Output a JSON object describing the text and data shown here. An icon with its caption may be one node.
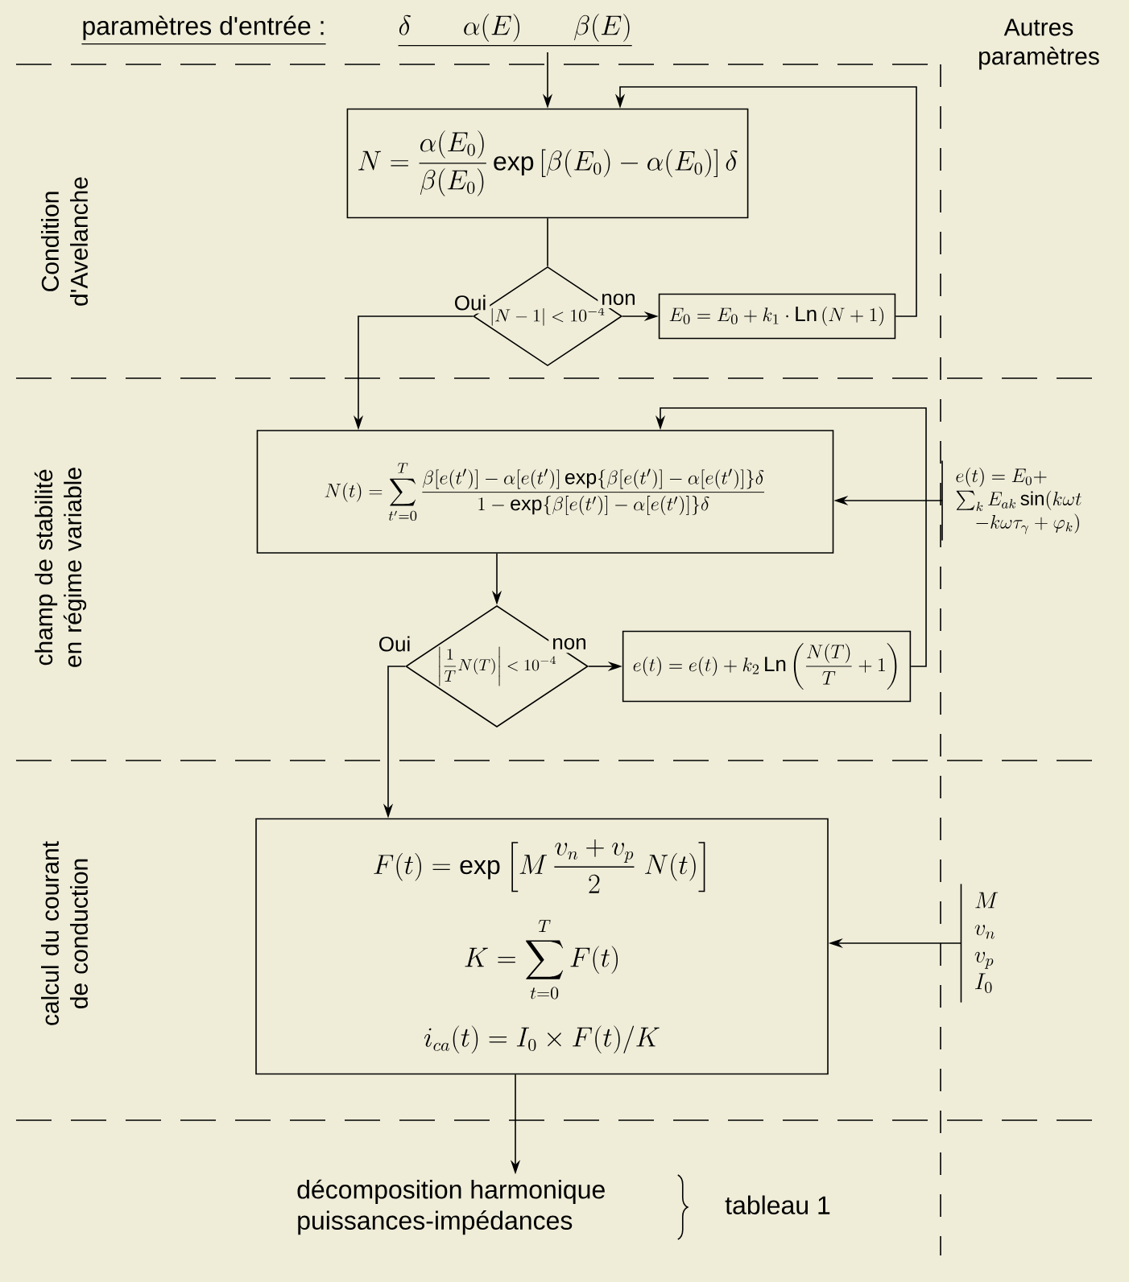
{
  "diagram": {
    "nodes": [
      {
        "text": [
          "paramètres d'entrée :",
          "\\delta \\qquad \\alpha(E) \\qquad \\beta(E)"
        ]
      },
      {
        "text": [
          "N = \\frac{\\alpha(E_0)}{\\beta(E_0)} \\exp\\left[\\beta(E_0) - \\alpha(E_0)\\right]\\delta"
        ]
      },
      {
        "text": [
          "|N-1| < 10^{-4}"
        ]
      },
      {
        "text": [
          "E_0 = E_0 + k_1 \\cdot \\mathrm{Ln}\\,(N+1)"
        ]
      },
      {
        "text": [
          "N(t) = \\sum_{t'=0}^{T} \\frac{\\beta[e(t')] - \\alpha[e(t')]\\exp\\{\\beta[e(t')] - \\alpha[e(t')]\\}\\delta}{1 - \\exp\\{\\beta[e(t')] - \\alpha[e(t')]\\}\\delta}"
        ]
      },
      {
        "text": [
          "\\left|\\frac{1}{T}N(T)\\right| < 10^{-4}"
        ]
      },
      {
        "text": [
          "e(t) = e(t) + k_2\\,\\mathrm{Ln}\\left(\\frac{N(T)}{T}+1\\right)"
        ]
      },
      {
        "text": [
          "F(t) = \\exp\\left[M\\,\\frac{v_n+v_p}{2}\\;N(t)\\right]",
          "K = \\sum_{t=0}^{T} F(t)",
          "i_{ca}(t) = I_0 \\times F(t) / K"
        ]
      },
      {
        "text": [
          "\\begin{array}{l} e(t) = E_0 + \\\\ \\sum_k E_{ak}\\sin(k\\omega t \\\\ \\quad - k\\omega\\tau_\\gamma + \\varphi_k) \\end{array}"
        ]
      },
      {
        "text": [
          "\\begin{array}{l} M \\\\ v_n \\\\ v_p \\\\ I_0 \\end{array}"
        ]
      },
      {
        "text": [
          "décomposition harmonique puissances-impédances",
          "tableau 1"
        ]
      }
    ],
    "edges": [
      {
        "from": 0,
        "to": 1,
        "arrow": "to"
      },
      {
        "from": 1,
        "to": 2,
        "arrow": "none"
      },
      {
        "from": 2,
        "to": 3,
        "arrow": "to",
        "label": "non"
      },
      {
        "from": 3,
        "to": 1,
        "arrow": "to"
      },
      {
        "from": 2,
        "to": 4,
        "arrow": "to",
        "label": "Oui"
      },
      {
        "from": 4,
        "to": 5,
        "arrow": "to"
      },
      {
        "from": 5,
        "to": 6,
        "arrow": "to",
        "label": "non"
      },
      {
        "from": 6,
        "to": 4,
        "arrow": "to"
      },
      {
        "from": 8,
        "to": 4,
        "arrow": "to"
      },
      {
        "from": 5,
        "to": 7,
        "arrow": "to",
        "label": "Oui"
      },
      {
        "from": 9,
        "to": 7,
        "arrow": "to"
      },
      {
        "from": 7,
        "to": 10,
        "arrow": "to"
      }
    ],
    "labels": [
      "Autres paramètres",
      "Condition d'Avelanche",
      "champ de stabilité en régime variable",
      "calcul du courant de conduction"
    ]
  }
}
